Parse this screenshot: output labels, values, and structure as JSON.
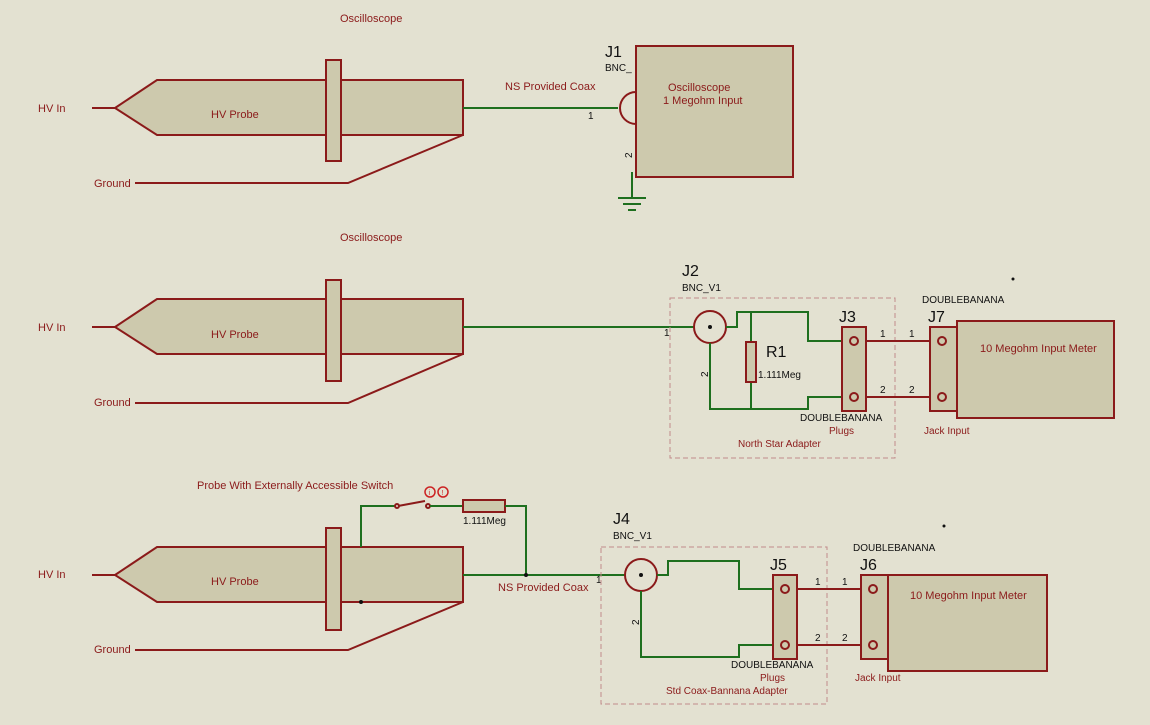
{
  "sections": [
    {
      "title": "Oscilloscope",
      "hv_in": "HV In",
      "ground": "Ground",
      "probe": "HV Probe",
      "coax_label": "NS Provided Coax",
      "connector": {
        "ref": "J1",
        "part": "BNC_",
        "pin1": "1",
        "pin2": "2"
      },
      "device": {
        "line1": "Oscilloscope",
        "line2": "1 Megohm Input"
      }
    },
    {
      "title": "Oscilloscope",
      "hv_in": "HV In",
      "ground": "Ground",
      "probe": "HV Probe",
      "connector": {
        "ref": "J2",
        "part": "BNC_V1",
        "pin1": "1",
        "pin2": "2"
      },
      "resistor": {
        "ref": "R1",
        "value": "1.111Meg"
      },
      "adapter_jack": {
        "ref": "J3",
        "part": "DOUBLEBANANA",
        "sub": "Plugs",
        "pin1": "1",
        "pin2": "2"
      },
      "adapter_label": "North Star Adapter",
      "meter_jack": {
        "ref": "J7",
        "part": "DOUBLEBANANA",
        "sub": "Jack Input",
        "pin1": "1",
        "pin2": "2"
      },
      "meter": "10 Megohm Input Meter"
    },
    {
      "title": "Probe With Externally Accessible Switch",
      "hv_in": "HV In",
      "ground": "Ground",
      "probe": "HV Probe",
      "coax_label": "NS Provided Coax",
      "switch_badges": [
        "i",
        "!"
      ],
      "resistor_value": "1.111Meg",
      "connector": {
        "ref": "J4",
        "part": "BNC_V1",
        "pin1": "1",
        "pin2": "2"
      },
      "adapter_jack": {
        "ref": "J5",
        "part": "DOUBLEBANANA",
        "sub": "Plugs",
        "pin1": "1",
        "pin2": "2"
      },
      "adapter_label": "Std Coax-Bannana Adapter",
      "meter_jack": {
        "ref": "J6",
        "part": "DOUBLEBANANA",
        "sub": "Jack Input",
        "pin1": "1",
        "pin2": "2"
      },
      "meter": "10 Megohm Input Meter"
    }
  ],
  "colors": {
    "background": "#e3e1d1",
    "wire": "#1e6f1e",
    "outline": "#8b1a1a",
    "fill": "#cdc9ad"
  }
}
